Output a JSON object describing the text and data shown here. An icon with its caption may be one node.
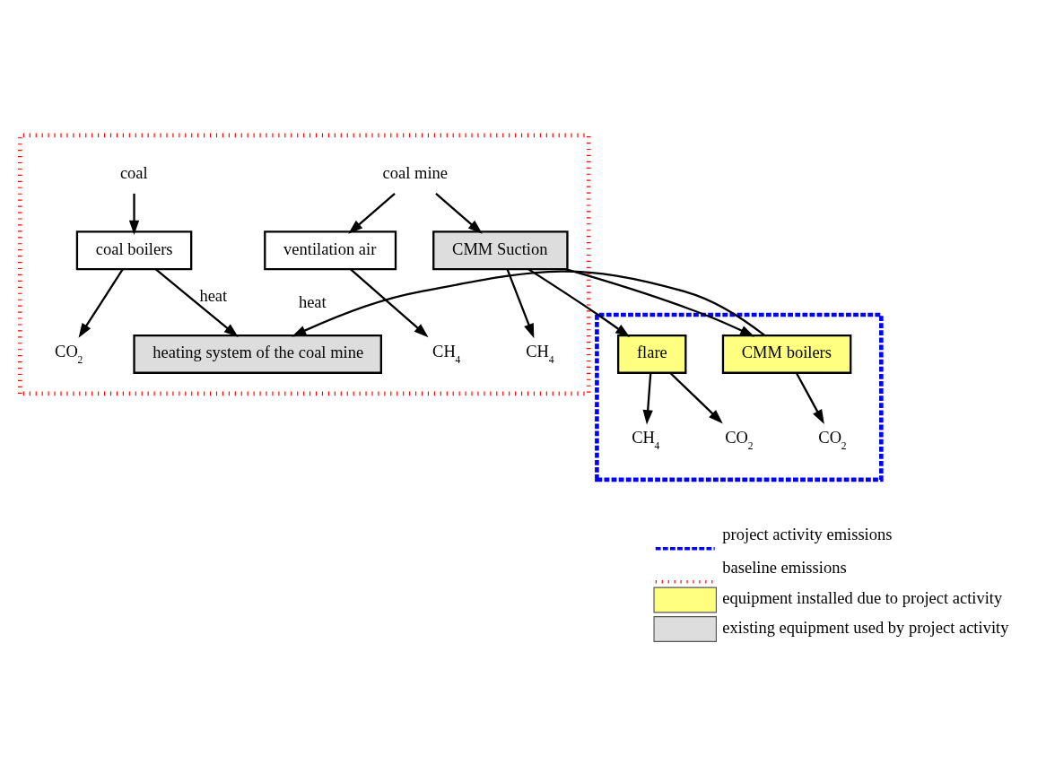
{
  "diagram": {
    "nodes": [
      {
        "text": [],
        "shape": "box"
      },
      {
        "text": [
          "CH$_{4}$"
        ],
        "in": 0
      },
      {
        "text": [
          "ventilation air"
        ],
        "in": 0
      },
      {
        "text": [
          "coal mine"
        ],
        "in": 0
      },
      {
        "text": [
          "CH$_{4}$"
        ],
        "in": 0
      },
      {
        "text": [
          "CMM Suction"
        ],
        "in": 0
      },
      {
        "text": [
          "CO$_{2}$"
        ],
        "in": 0
      },
      {
        "text": [
          "coal"
        ],
        "in": 0
      },
      {
        "text": [
          "coal boilers"
        ],
        "in": 0
      },
      {
        "text": [
          "heating system of the coal mine"
        ],
        "in": 0
      },
      {
        "text": [],
        "shape": "box"
      },
      {
        "text": [
          "CH$_{4}$"
        ],
        "in": 10
      },
      {
        "text": [
          "CO$_{2}$"
        ],
        "in": 10
      },
      {
        "text": [
          "flare"
        ],
        "in": 10
      },
      {
        "text": [
          "CMM boilers"
        ],
        "in": 10
      },
      {
        "text": [
          "CO$_{2}$"
        ],
        "in": 10
      }
    ],
    "edges": [
      {
        "from": 2,
        "to": 1,
        "arrow": "to"
      },
      {
        "from": 3,
        "to": 2,
        "arrow": "to"
      },
      {
        "from": 3,
        "to": 5,
        "arrow": "to"
      },
      {
        "from": 5,
        "to": 4,
        "arrow": "to"
      },
      {
        "from": 5,
        "to": 13,
        "arrow": "to"
      },
      {
        "from": 5,
        "to": 14,
        "arrow": "to"
      },
      {
        "from": 13,
        "to": 11,
        "arrow": "to"
      },
      {
        "from": 13,
        "to": 12,
        "arrow": "to"
      },
      {
        "from": 14,
        "to": 15,
        "arrow": "to"
      },
      {
        "from": 14,
        "to": 9,
        "arrow": "to",
        "label": "heat"
      },
      {
        "from": 7,
        "to": 8,
        "arrow": "to"
      },
      {
        "from": 8,
        "to": 6,
        "arrow": "to"
      },
      {
        "from": 8,
        "to": 9,
        "arrow": "to",
        "label": "heat"
      }
    ],
    "legend": [
      {
        "text": "project activity emissions"
      },
      {
        "text": "baseline emissions"
      },
      {
        "text": "equipment installed due to project activity",
        "color": "#ffff80"
      },
      {
        "text": "existing equipment used by project activity",
        "color": "#dddddd"
      }
    ]
  }
}
